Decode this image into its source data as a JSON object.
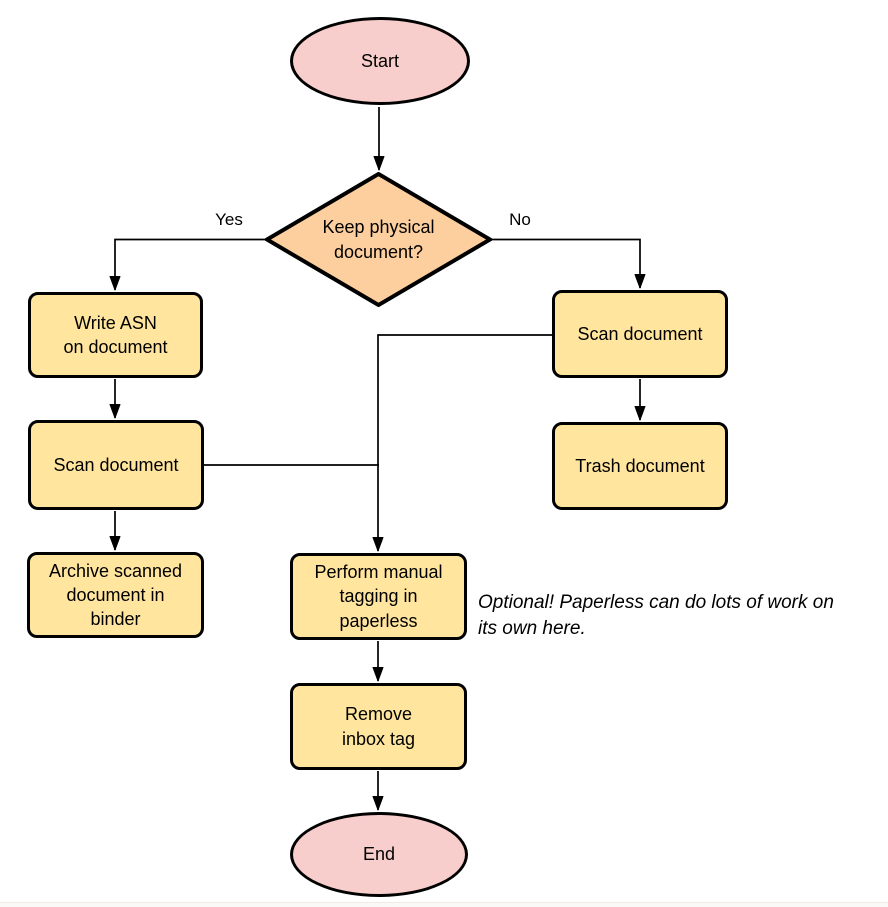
{
  "colors": {
    "terminal_fill": "#f8cecc",
    "decision_fill": "#fecf9e",
    "process_fill": "#ffe59d",
    "stroke": "#000000"
  },
  "nodes": {
    "start": {
      "label": "Start"
    },
    "decision": {
      "label": [
        "Keep physical",
        "document?"
      ]
    },
    "write_asn": {
      "label": [
        "Write ASN",
        "on document"
      ]
    },
    "scan_left": {
      "label": "Scan document"
    },
    "archive": {
      "label": [
        "Archive scanned",
        "document in",
        "binder"
      ]
    },
    "scan_right": {
      "label": "Scan document"
    },
    "trash": {
      "label": "Trash document"
    },
    "tagging": {
      "label": [
        "Perform manual",
        "tagging in",
        "paperless"
      ]
    },
    "remove_inbox": {
      "label": [
        "Remove",
        "inbox tag"
      ]
    },
    "end": {
      "label": "End"
    }
  },
  "edge_labels": {
    "yes": "Yes",
    "no": "No"
  },
  "annotation": [
    "Optional! Paperless can do lots of work on",
    "its own here."
  ]
}
